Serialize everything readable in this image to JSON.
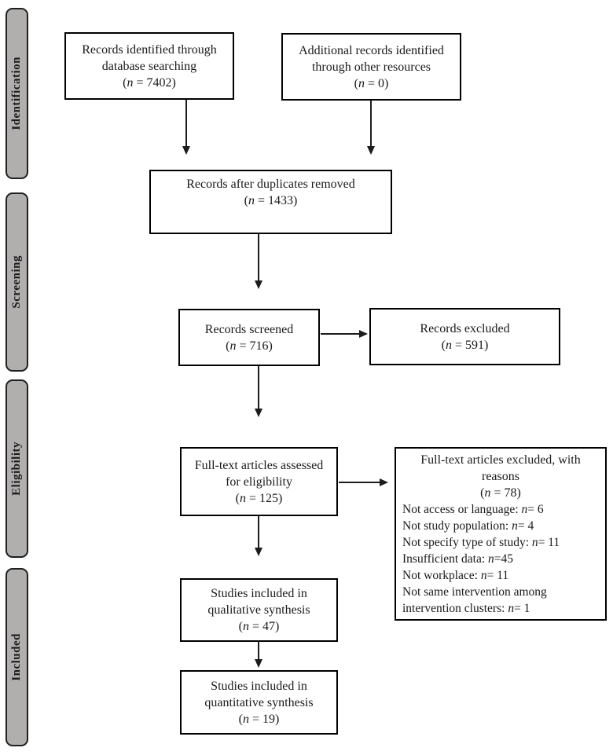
{
  "sidebar": {
    "stages": [
      {
        "label": "Identification"
      },
      {
        "label": "Screening"
      },
      {
        "label": "Eligibility"
      },
      {
        "label": "Included"
      }
    ]
  },
  "boxes": {
    "identified_db": {
      "lines": [
        "Records identified through",
        "database searching"
      ],
      "n_line": "(n = 7402)"
    },
    "identified_other": {
      "lines": [
        "Additional records identified",
        "through other resources"
      ],
      "n_line": "(n = 0)"
    },
    "after_duplicates": {
      "lines": [
        "Records after duplicates removed"
      ],
      "n_line": "(n = 1433)"
    },
    "screened": {
      "lines": [
        "Records screened"
      ],
      "n_line": "(n = 716)"
    },
    "records_excluded": {
      "lines": [
        "Records excluded"
      ],
      "n_line": "(n = 591)"
    },
    "fulltext_assessed": {
      "lines": [
        "Full-text articles assessed",
        "for eligibility"
      ],
      "n_line": "(n = 125)"
    },
    "fulltext_excluded": {
      "lines": [
        "Full-text articles excluded, with",
        "reasons"
      ],
      "n_line": "(n = 78)",
      "reasons": [
        "Not access or language: n= 6",
        "Not study population: n= 4",
        "Not specify type of study: n= 11",
        "Insufficient data: n=45",
        "Not workplace: n= 11",
        "Not same intervention among intervention clusters: n= 1"
      ]
    },
    "qualitative": {
      "lines": [
        "Studies included in",
        "qualitative synthesis"
      ],
      "n_line": "(n = 47)"
    },
    "quantitative": {
      "lines": [
        "Studies included in",
        "quantitative synthesis"
      ],
      "n_line": "(n = 19)"
    }
  },
  "colors": {
    "stage_fill": "#b1afad",
    "stage_border": "#1f1f1f",
    "box_border": "#000000",
    "arrow": "#1c1c1c"
  }
}
